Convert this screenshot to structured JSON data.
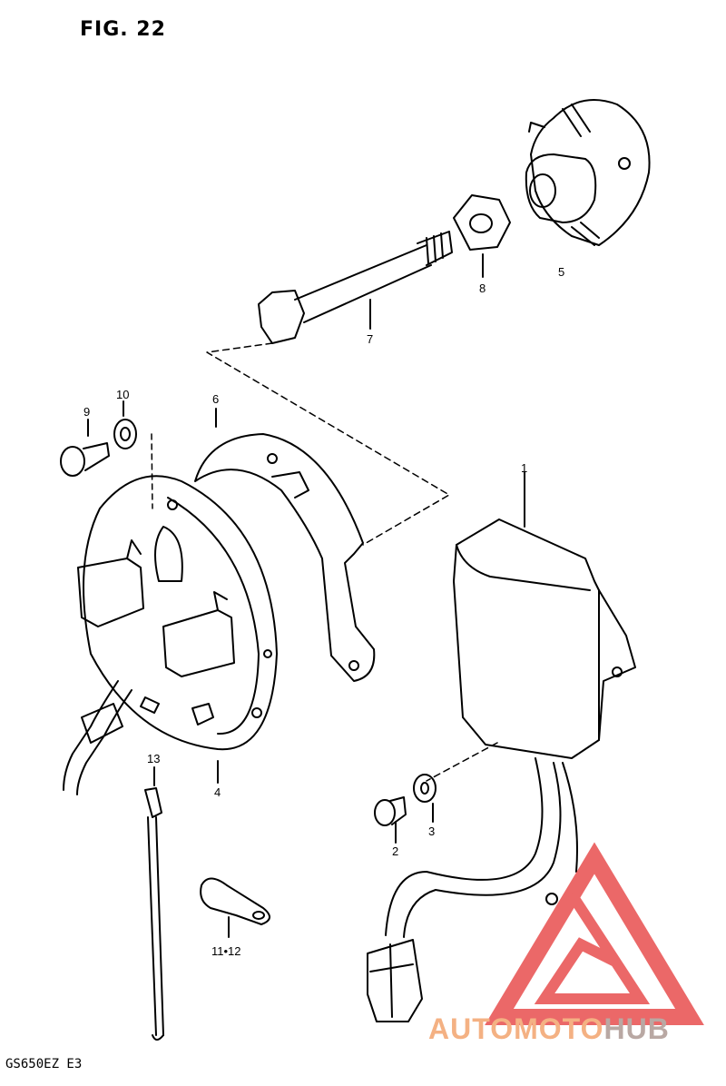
{
  "figure": {
    "title": "FIG. 22",
    "model_code": "GS650EZ E3"
  },
  "callouts": [
    {
      "id": "1",
      "label": "1"
    },
    {
      "id": "2",
      "label": "2"
    },
    {
      "id": "3",
      "label": "3"
    },
    {
      "id": "4",
      "label": "4"
    },
    {
      "id": "5",
      "label": "5"
    },
    {
      "id": "6",
      "label": "6"
    },
    {
      "id": "7",
      "label": "7"
    },
    {
      "id": "8",
      "label": "8"
    },
    {
      "id": "9",
      "label": "9"
    },
    {
      "id": "10",
      "label": "10"
    },
    {
      "id": "11-12",
      "label": "11•12"
    },
    {
      "id": "13",
      "label": "13"
    }
  ],
  "watermark": {
    "part1": "AUTOMOTO",
    "part2": "HUB",
    "color1": "#f4b183",
    "color2": "#b9a8a3",
    "triangle_color": "#e84e4e"
  }
}
